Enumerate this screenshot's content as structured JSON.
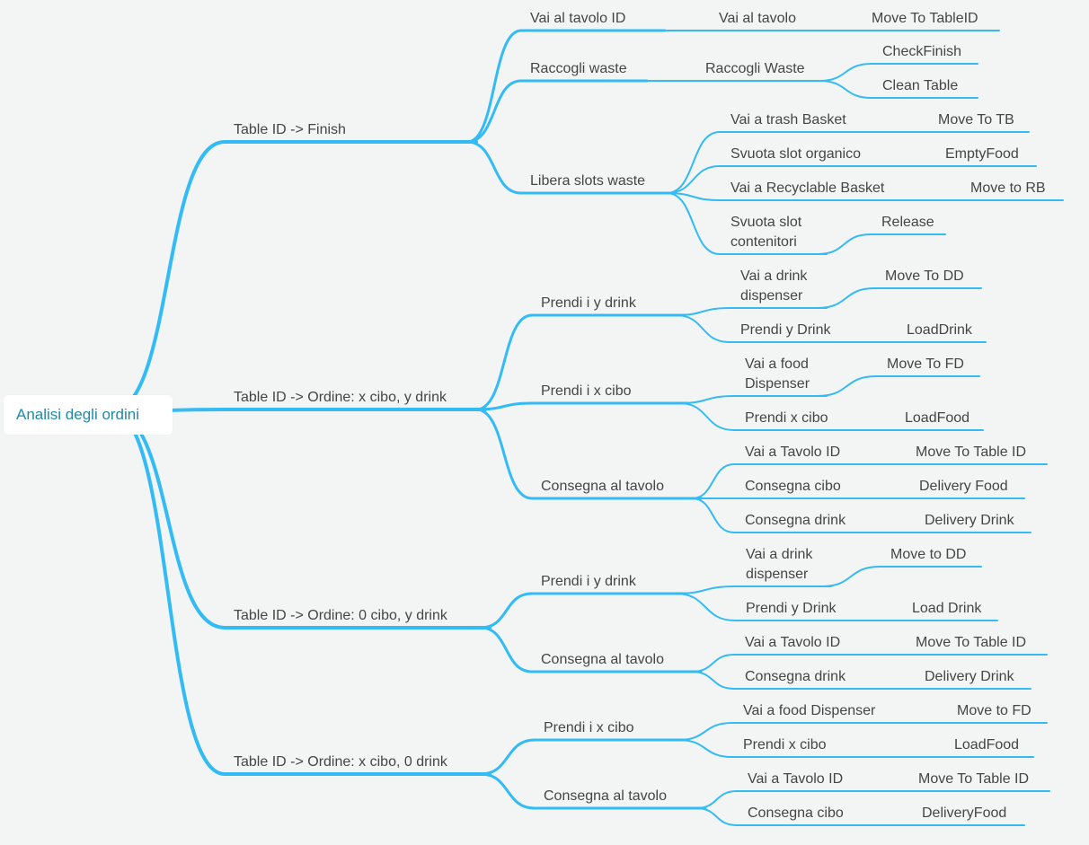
{
  "mindmap": {
    "root": "Analisi degli ordini",
    "branches": [
      {
        "label": "Table ID -> Finish",
        "children": [
          {
            "label": "Vai al tavolo ID",
            "children": [
              {
                "label": "Vai al tavolo",
                "children": [
                  {
                    "label": "Move To TableID"
                  }
                ]
              }
            ]
          },
          {
            "label": "Raccogli waste",
            "children": [
              {
                "label": "Raccogli Waste",
                "children": [
                  {
                    "label": "CheckFinish"
                  },
                  {
                    "label": "Clean Table"
                  }
                ]
              }
            ]
          },
          {
            "label": "Libera slots waste",
            "children": [
              {
                "label": "Vai a trash Basket",
                "children": [
                  {
                    "label": "Move To TB"
                  }
                ]
              },
              {
                "label": "Svuota slot organico",
                "children": [
                  {
                    "label": "EmptyFood"
                  }
                ]
              },
              {
                "label": "Vai a Recyclable Basket",
                "children": [
                  {
                    "label": "Move to RB"
                  }
                ]
              },
              {
                "label": "Svuota slot\ncontenitori",
                "children": [
                  {
                    "label": "Release"
                  }
                ]
              }
            ]
          }
        ]
      },
      {
        "label": "Table ID -> Ordine: x cibo, y drink",
        "children": [
          {
            "label": "Prendi i y drink",
            "children": [
              {
                "label": "Vai a drink\ndispenser",
                "children": [
                  {
                    "label": "Move To DD"
                  }
                ]
              },
              {
                "label": "Prendi y Drink",
                "children": [
                  {
                    "label": "LoadDrink"
                  }
                ]
              }
            ]
          },
          {
            "label": "Prendi i x cibo",
            "children": [
              {
                "label": "Vai a food\nDispenser",
                "children": [
                  {
                    "label": "Move To FD"
                  }
                ]
              },
              {
                "label": "Prendi x cibo",
                "children": [
                  {
                    "label": "LoadFood"
                  }
                ]
              }
            ]
          },
          {
            "label": "Consegna al tavolo",
            "children": [
              {
                "label": "Vai a Tavolo ID",
                "children": [
                  {
                    "label": "Move To Table ID"
                  }
                ]
              },
              {
                "label": "Consegna cibo",
                "children": [
                  {
                    "label": "Delivery Food"
                  }
                ]
              },
              {
                "label": "Consegna drink",
                "children": [
                  {
                    "label": "Delivery Drink"
                  }
                ]
              }
            ]
          }
        ]
      },
      {
        "label": "Table ID -> Ordine: 0 cibo, y drink",
        "children": [
          {
            "label": "Prendi i y drink",
            "children": [
              {
                "label": "Vai a drink\ndispenser",
                "children": [
                  {
                    "label": "Move to DD"
                  }
                ]
              },
              {
                "label": "Prendi y Drink",
                "children": [
                  {
                    "label": "Load Drink"
                  }
                ]
              }
            ]
          },
          {
            "label": "Consegna al tavolo",
            "children": [
              {
                "label": "Vai a Tavolo ID",
                "children": [
                  {
                    "label": "Move To Table ID"
                  }
                ]
              },
              {
                "label": "Consegna drink",
                "children": [
                  {
                    "label": "Delivery Drink"
                  }
                ]
              }
            ]
          }
        ]
      },
      {
        "label": "Table ID -> Ordine: x cibo, 0 drink",
        "children": [
          {
            "label": "Prendi i x cibo",
            "children": [
              {
                "label": "Vai a food Dispenser",
                "children": [
                  {
                    "label": "Move to FD"
                  }
                ]
              },
              {
                "label": "Prendi x cibo",
                "children": [
                  {
                    "label": "LoadFood"
                  }
                ]
              }
            ]
          },
          {
            "label": "Consegna al tavolo",
            "children": [
              {
                "label": "Vai a Tavolo ID",
                "children": [
                  {
                    "label": "Move To Table ID"
                  }
                ]
              },
              {
                "label": "Consegna cibo",
                "children": [
                  {
                    "label": "DeliveryFood"
                  }
                ]
              }
            ]
          }
        ]
      }
    ]
  },
  "colors": {
    "background": "#f3f4f4",
    "connector": "#33bbf5",
    "text": "#454545",
    "root_text": "#1e8aa8",
    "root_box": "#ffffff"
  }
}
